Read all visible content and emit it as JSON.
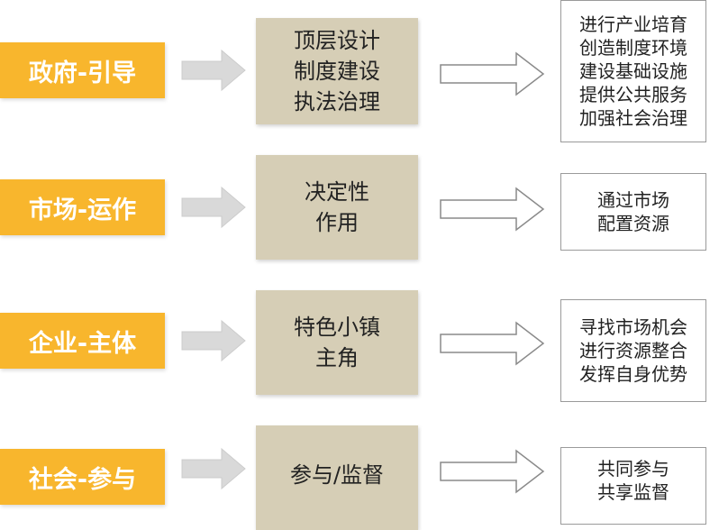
{
  "rows": [
    {
      "actor": "政府-引导",
      "role": [
        "顶层设计",
        "制度建设",
        "执法治理"
      ],
      "result": [
        "进行产业培育",
        "创造制度环境",
        "建设基础设施",
        "提供公共服务",
        "加强社会治理"
      ]
    },
    {
      "actor": "市场-运作",
      "role": [
        "决定性",
        "作用"
      ],
      "result": [
        "通过市场",
        "配置资源"
      ]
    },
    {
      "actor": "企业-主体",
      "role": [
        "特色小镇",
        "主角"
      ],
      "result": [
        "寻找市场机会",
        "进行资源整合",
        "发挥自身优势"
      ]
    },
    {
      "actor": "社会-参与",
      "role": [
        "参与/监督"
      ],
      "result": [
        "共同参与",
        "共享监督"
      ]
    }
  ],
  "colors": {
    "actor_bg": "#f8b62d",
    "role_bg": "#d6ceb6",
    "arrow_fill": "#d9d9d9"
  }
}
